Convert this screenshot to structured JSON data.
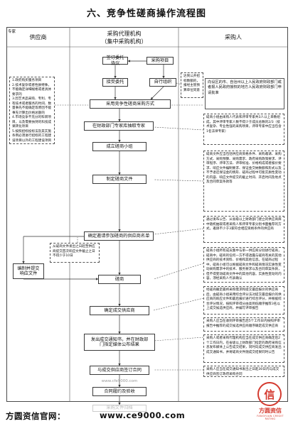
{
  "title": "六、竞争性磋商操作流程图",
  "frame": {
    "corner_label": "专家",
    "lanes": {
      "supplier": "供应商",
      "agency_line1": "采购代理机构",
      "agency_line2": "（集中采购机构）",
      "purchaser": "采购人"
    }
  },
  "steps": {
    "sign_agreement": "签订委托协议",
    "procurement_project": "采购项目",
    "accept_commission": "接受委托",
    "self_organize": "自行组织",
    "adopt_method": "采用竞争性磋商采购方式",
    "select_experts": "在财政部门专家库抽取专家",
    "form_panel": "成立磋商小组",
    "draft_documents": "制定磋商文件",
    "confirm_invitees": "确定邀请参加磋商的供应商名单",
    "submit_response": "编制并提交\n响应文件",
    "negotiation": "磋商",
    "determine_supplier": "确定成交供应商",
    "issue_notice": "发出成交通知书，并在财政部\n门指定媒体公布结果",
    "sign_contract": "与成交供应商签订合同",
    "acceptance": "合同履约及验收",
    "filing": "采购文件归档"
  },
  "notes": {
    "left_conditions": [
      "1.政府购买服务项目",
      "2.技术复杂或者性质特殊，不能确定详细规格或者具体要求的",
      "3.因艺术品采购、专利、专有技术或者服务的时间、数量事先不能确定等原因不能事先计算出价格总额的",
      "4.市场竞争不充分的科研项目，以及需要扶持的科技成果转化项目",
      "5.按照招标投标法及其实施条例必须进行招标的工程建设项目以外的工程建设项目"
    ],
    "small_budget": "达到公开招标数额的，报经主管预算单位同意",
    "purchaser_approval": "向设区的市、自治州以上人民政府财政部门或者报人民政府授权的地方人民政府财政部门申请批准",
    "expert_panel": "磋商小组由采购人代表和评审专家共3人以上单数组成，其中评审专家人数不得少于成员总数的2/3（技术复杂、专业性强的采购项目，评审专家中应当包含1名法律专家）",
    "document_content": "磋商文件应当包括供应商资格条件、采购邀请、采购方式、采购预算、采购需求、政府采购政策要求、评审程序、评审方法、评审标准、价格构成或者报价要求、响应文件编制要求、保证金交纳数额和形式以及不予退还保证金的情形、磋商过程中可能实质性变动的内容、响应文件提交的截止时间、开启时间及地点及合同草案条款等",
    "invite_method": "通过发布公告、从省级以上财政部门建立的供应商库中随机抽取或者采购人和评审专家分别书面推荐的方式，邀请不少于3家符合相应资格条件的供应商",
    "response_deadline": "从磋商文件发出之日起至供应商提交首次响应文件截止之日不得少于10日",
    "negotiation_rules": "磋商小组所有成员集中与单一供应商分别进行磋商，磋商中，磋商的任何一方不得透露与磋商有关的其他供应商的技术资料、价格和其他信息。在磋商过程中，磋商小组可以根据磋商文件和磋商情况实质性变动采购需求中的技术、服务要求以及合同草案条款，但不得变动磋商文件中的其他内容。实质性变动的内容，须经采购人代表确认",
    "recommend_suppliers": "经磋商确定最终采购需求和提交最后报价的供应商后，由磋商小组采用综合评分法对提交最后报价的供应商的响应文件和最后报价进行综合评分，并根据综合评分情况，按照评审得分由高到低顺序推荐3名以上成交候选供应商，并编写评审报告",
    "confirm_winner": "采购人应当在收到评审报告后5个工作日内按照评审报告中推荐的成交候选供应商顺序确定成交供应商",
    "publish_results": "采购人或者采购代理机构应当在成交供应商确定后2个工作日内，在省级以上财政部门指定的政府采购信息发布媒体上公告成交结果，同时向成交供应商发出成交通知书，并将磋商文件随成交结果同时公告",
    "contract_rule": "采购人应当在成交通知书发出之日起30日内与成交供应商签订政府采购合同"
  },
  "watermark": "www.cfe9000.com",
  "footer": {
    "site_label": "方圆资信官网：",
    "site_url": "www.ce9000.com",
    "logo_glyph": "信",
    "logo_name": "方圆资信",
    "logo_en": "FANGYUAN CREDIT RATING"
  }
}
